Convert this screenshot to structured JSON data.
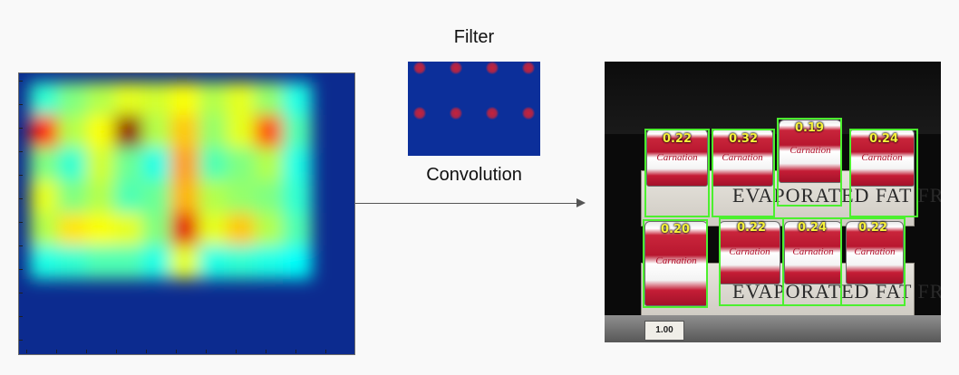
{
  "labels": {
    "filter_title": "Filter",
    "convolution_label": "Convolution"
  },
  "heatmap": {
    "colormap": "jet",
    "background_color": "#0c2b8f",
    "cols": 10,
    "rows": 6,
    "values": [
      [
        0.42,
        0.5,
        0.55,
        0.6,
        0.58,
        0.62,
        0.55,
        0.6,
        0.52,
        0.4
      ],
      [
        0.85,
        0.55,
        0.62,
        0.98,
        0.55,
        0.68,
        0.52,
        0.6,
        0.8,
        0.45
      ],
      [
        0.5,
        0.42,
        0.58,
        0.48,
        0.4,
        0.72,
        0.45,
        0.5,
        0.55,
        0.4
      ],
      [
        0.6,
        0.5,
        0.55,
        0.45,
        0.48,
        0.7,
        0.55,
        0.52,
        0.5,
        0.42
      ],
      [
        0.55,
        0.65,
        0.62,
        0.6,
        0.5,
        0.9,
        0.6,
        0.68,
        0.55,
        0.45
      ],
      [
        0.4,
        0.42,
        0.45,
        0.45,
        0.4,
        0.6,
        0.4,
        0.42,
        0.4,
        0.38
      ]
    ]
  },
  "filter": {
    "background_color": "#0c2f9a",
    "dot_color": "#c6223b",
    "dot_rows": 2,
    "dot_cols": 4
  },
  "detection_image": {
    "carton_text_top": "EVAPORATED FAT FREE MILK",
    "carton_text_bottom": "EVAPORATED FAT FREE MILK",
    "can_brand": "Carnation",
    "price_tag": "1.00",
    "box_color": "#4cf02f",
    "score_color": "#f7f13a",
    "detections": [
      {
        "score": "0.22"
      },
      {
        "score": "0.32"
      },
      {
        "score": "0.19"
      },
      {
        "score": "0.24"
      },
      {
        "score": "0.20"
      },
      {
        "score": "0.22"
      },
      {
        "score": "0.24"
      },
      {
        "score": "0.22"
      }
    ]
  }
}
